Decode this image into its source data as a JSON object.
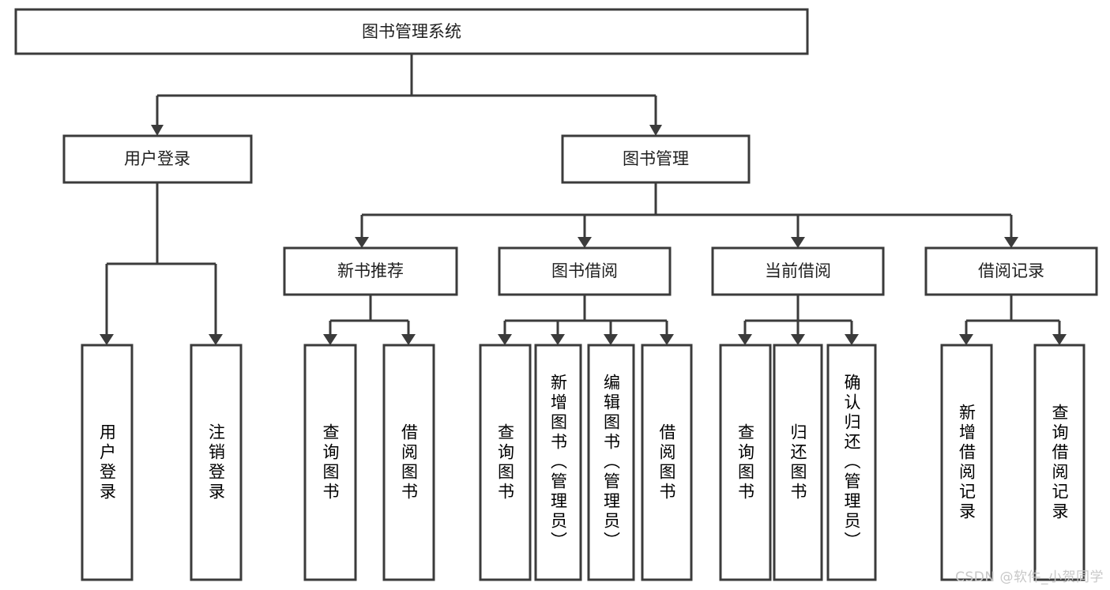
{
  "diagram": {
    "type": "tree-hierarchy-flowchart",
    "root": {
      "id": "root",
      "label": "图书管理系统"
    },
    "level2": [
      {
        "id": "user-login",
        "label": "用户登录"
      },
      {
        "id": "book-management",
        "label": "图书管理"
      }
    ],
    "level3": [
      {
        "id": "new-book-recommend",
        "label": "新书推荐",
        "parent": "book-management"
      },
      {
        "id": "book-borrow",
        "label": "图书借阅",
        "parent": "book-management"
      },
      {
        "id": "current-borrow",
        "label": "当前借阅",
        "parent": "book-management"
      },
      {
        "id": "borrow-record",
        "label": "借阅记录",
        "parent": "book-management"
      }
    ],
    "leaves": [
      {
        "id": "leaf-user-login",
        "label": "用户登录",
        "parent": "user-login"
      },
      {
        "id": "leaf-logout-login",
        "label": "注销登录",
        "parent": "user-login"
      },
      {
        "id": "leaf-query-book-1",
        "label": "查询图书",
        "parent": "new-book-recommend"
      },
      {
        "id": "leaf-borrow-book-1",
        "label": "借阅图书",
        "parent": "new-book-recommend"
      },
      {
        "id": "leaf-query-book-2",
        "label": "查询图书",
        "parent": "book-borrow"
      },
      {
        "id": "leaf-add-book",
        "label": "新增图书（管理员）",
        "parent": "book-borrow"
      },
      {
        "id": "leaf-edit-book",
        "label": "编辑图书（管理员）",
        "parent": "book-borrow"
      },
      {
        "id": "leaf-borrow-book-2",
        "label": "借阅图书",
        "parent": "book-borrow"
      },
      {
        "id": "leaf-query-book-3",
        "label": "查询图书",
        "parent": "current-borrow"
      },
      {
        "id": "leaf-return-book",
        "label": "归还图书",
        "parent": "current-borrow"
      },
      {
        "id": "leaf-confirm-return",
        "label": "确认归还（管理员）",
        "parent": "current-borrow"
      },
      {
        "id": "leaf-add-record",
        "label": "新增借阅记录",
        "parent": "borrow-record"
      },
      {
        "id": "leaf-query-record",
        "label": "查询借阅记录",
        "parent": "borrow-record"
      }
    ]
  },
  "watermark": {
    "text": "CSDN @软件_小贺同学"
  },
  "colors": {
    "stroke": "#3b3b3b",
    "fill": "#ffffff",
    "text": "#1f1f1f",
    "watermark": "#c8c8c8"
  }
}
